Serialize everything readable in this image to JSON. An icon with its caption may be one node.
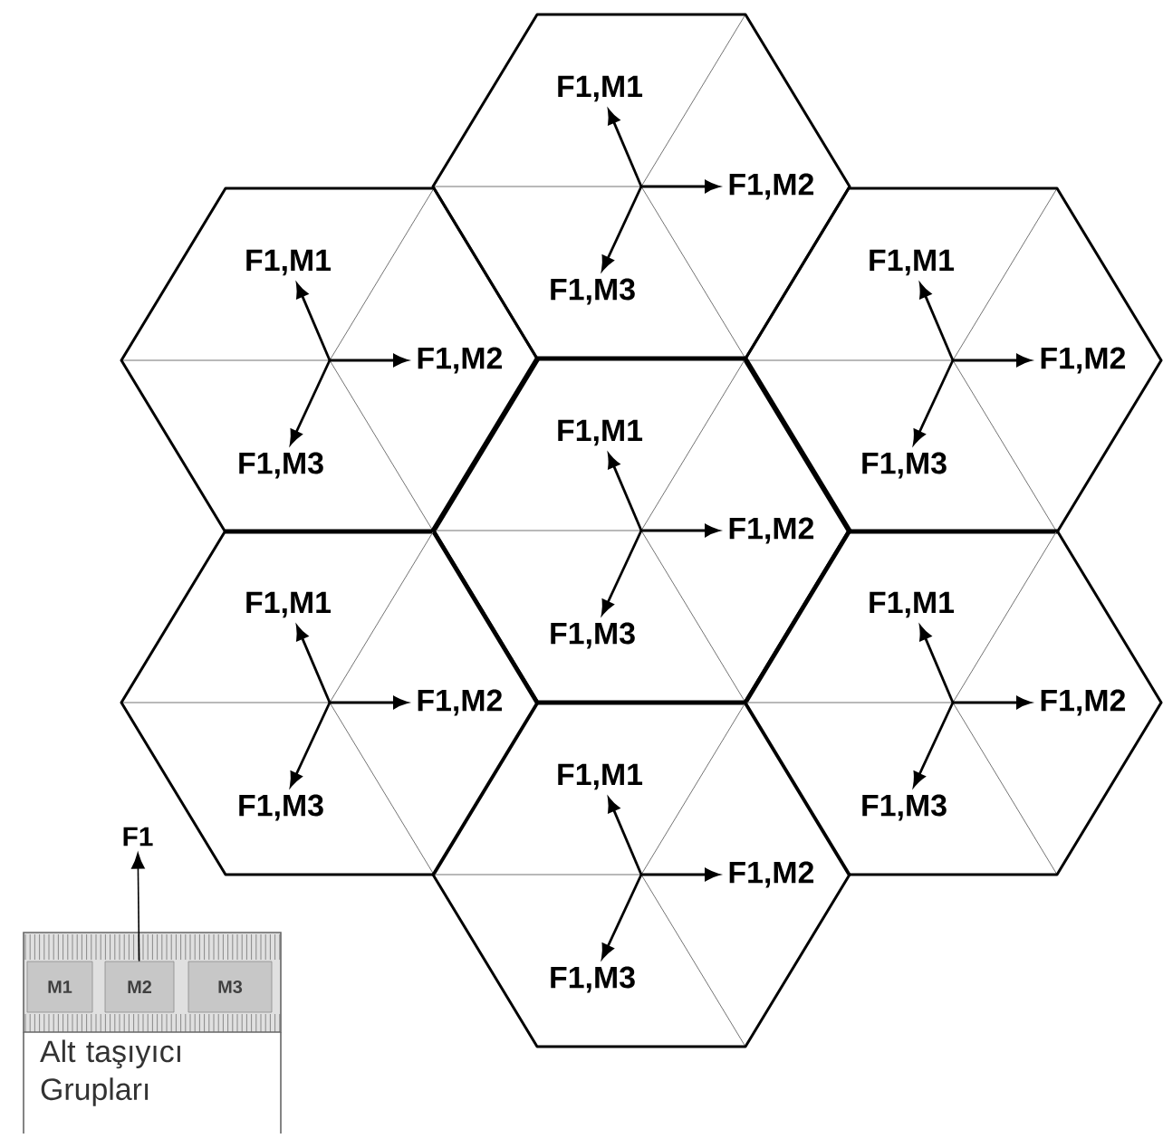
{
  "diagram": {
    "nodes": [
      {
        "text": [],
        "shape": "hexagon"
      },
      {
        "text": [],
        "shape": "hexagon"
      },
      {
        "text": [],
        "shape": "hexagon"
      },
      {
        "text": [],
        "shape": "hexagon"
      },
      {
        "text": [],
        "shape": "hexagon"
      },
      {
        "text": [],
        "shape": "hexagon"
      },
      {
        "text": [],
        "shape": "hexagon"
      },
      {
        "text": [
          "F1,M1"
        ],
        "in": 0
      },
      {
        "text": [
          "F1,M2"
        ],
        "in": 0
      },
      {
        "text": [
          "F1,M3"
        ],
        "in": 0
      },
      {
        "text": [
          "F1,M1"
        ],
        "in": 1
      },
      {
        "text": [
          "F1,M2"
        ],
        "in": 1
      },
      {
        "text": [
          "F1,M3"
        ],
        "in": 1
      },
      {
        "text": [
          "F1,M1"
        ],
        "in": 2
      },
      {
        "text": [
          "F1,M2"
        ],
        "in": 2
      },
      {
        "text": [
          "F1,M3"
        ],
        "in": 2
      },
      {
        "text": [
          "F1,M1"
        ],
        "in": 3
      },
      {
        "text": [
          "F1,M2"
        ],
        "in": 3
      },
      {
        "text": [
          "F1,M3"
        ],
        "in": 3
      },
      {
        "text": [
          "F1,M1"
        ],
        "in": 4
      },
      {
        "text": [
          "F1,M2"
        ],
        "in": 4
      },
      {
        "text": [
          "F1,M3"
        ],
        "in": 4
      },
      {
        "text": [
          "F1,M1"
        ],
        "in": 5
      },
      {
        "text": [
          "F1,M2"
        ],
        "in": 5
      },
      {
        "text": [
          "F1,M3"
        ],
        "in": 5
      },
      {
        "text": [
          "F1,M1"
        ],
        "in": 6
      },
      {
        "text": [
          "F1,M2"
        ],
        "in": 6
      },
      {
        "text": [
          "F1,M3"
        ],
        "in": 6
      },
      {
        "text": [
          "Alt taşıyıcı Grupları"
        ]
      },
      {
        "text": [
          "M1"
        ]
      },
      {
        "text": [
          "M2"
        ]
      },
      {
        "text": [
          "M3"
        ]
      },
      {
        "text": [
          "F1"
        ]
      }
    ],
    "edges": [
      {
        "from": null,
        "to": 7,
        "arrow": "to"
      },
      {
        "from": null,
        "to": 8,
        "arrow": "to"
      },
      {
        "from": null,
        "to": 9,
        "arrow": "to"
      },
      {
        "from": null,
        "to": 10,
        "arrow": "to"
      },
      {
        "from": null,
        "to": 11,
        "arrow": "to"
      },
      {
        "from": null,
        "to": 12,
        "arrow": "to"
      },
      {
        "from": null,
        "to": 13,
        "arrow": "to"
      },
      {
        "from": null,
        "to": 14,
        "arrow": "to"
      },
      {
        "from": null,
        "to": 15,
        "arrow": "to"
      },
      {
        "from": null,
        "to": 16,
        "arrow": "to"
      },
      {
        "from": null,
        "to": 17,
        "arrow": "to"
      },
      {
        "from": null,
        "to": 18,
        "arrow": "to"
      },
      {
        "from": null,
        "to": 19,
        "arrow": "to"
      },
      {
        "from": null,
        "to": 20,
        "arrow": "to"
      },
      {
        "from": null,
        "to": 21,
        "arrow": "to"
      },
      {
        "from": null,
        "to": 22,
        "arrow": "to"
      },
      {
        "from": null,
        "to": 23,
        "arrow": "to"
      },
      {
        "from": null,
        "to": 24,
        "arrow": "to"
      },
      {
        "from": null,
        "to": 25,
        "arrow": "to"
      },
      {
        "from": null,
        "to": 26,
        "arrow": "to"
      },
      {
        "from": null,
        "to": 27,
        "arrow": "to"
      },
      {
        "from": 30,
        "to": 32,
        "arrow": "to"
      }
    ]
  }
}
